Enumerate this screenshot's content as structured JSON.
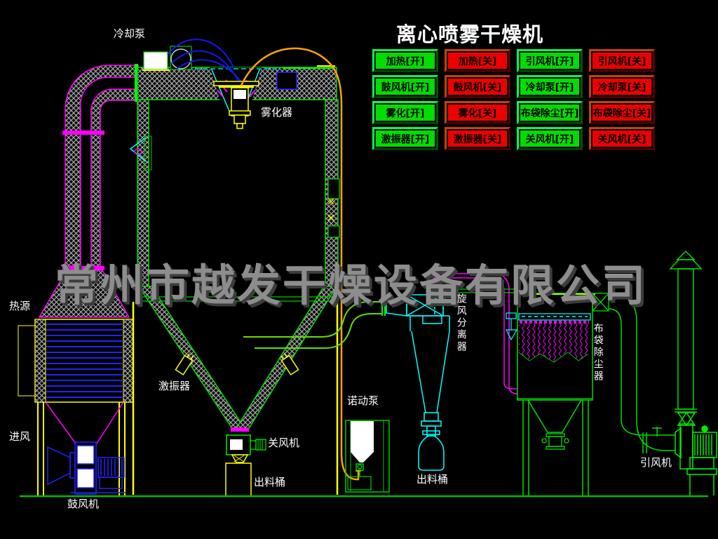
{
  "title": "离心喷雾干燥机",
  "watermark": "常州市越发干燥设备有限公司",
  "control_panel": {
    "on_color": "#00dd00",
    "off_color": "#ee0000",
    "buttons": [
      {
        "label": "加热[开]",
        "state": "on"
      },
      {
        "label": "加热[关]",
        "state": "off"
      },
      {
        "label": "引风机[开]",
        "state": "on"
      },
      {
        "label": "引风机[关]",
        "state": "off"
      },
      {
        "label": "鼓风机[开]",
        "state": "on"
      },
      {
        "label": "鼓风机[关]",
        "state": "off"
      },
      {
        "label": "冷却泵[开]",
        "state": "on"
      },
      {
        "label": "冷却泵[关]",
        "state": "off"
      },
      {
        "label": "雾化[开]",
        "state": "on"
      },
      {
        "label": "雾化[关]",
        "state": "off"
      },
      {
        "label": "布袋除尘[开]",
        "state": "on"
      },
      {
        "label": "布袋除尘[关]",
        "state": "off"
      },
      {
        "label": "激振器[开]",
        "state": "on"
      },
      {
        "label": "激振器[关]",
        "state": "off"
      },
      {
        "label": "关风机[开]",
        "state": "on"
      },
      {
        "label": "关风机[关]",
        "state": "off"
      }
    ]
  },
  "diagram_labels": {
    "cooling_pump": "冷却泵",
    "atomizer": "雾化器",
    "heat_source": "热源",
    "air_inlet": "进风",
    "blower": "鼓风机",
    "vibrator": "激振器",
    "rotary_valve": "关风机",
    "discharge_barrel_chamber": "出料桶",
    "feed_pump": "诺动泵",
    "discharge_barrel_cyclone": "出料桶",
    "cyclone_separator": "旋风分离器",
    "bag_filter": "布袋除尘器",
    "induced_draft_fan": "引风机"
  },
  "line_colors": {
    "structure_green": "#00dd00",
    "pipe_magenta": "#ff00ff",
    "cyclone_cyan": "#00ffff",
    "equipment_yellow": "#ffff00",
    "heater_blue": "#2222ff",
    "feed_orange": "#ffa200",
    "duct_yellow_green": "#66dd00",
    "hatch_gray": "#b8b8b8"
  }
}
